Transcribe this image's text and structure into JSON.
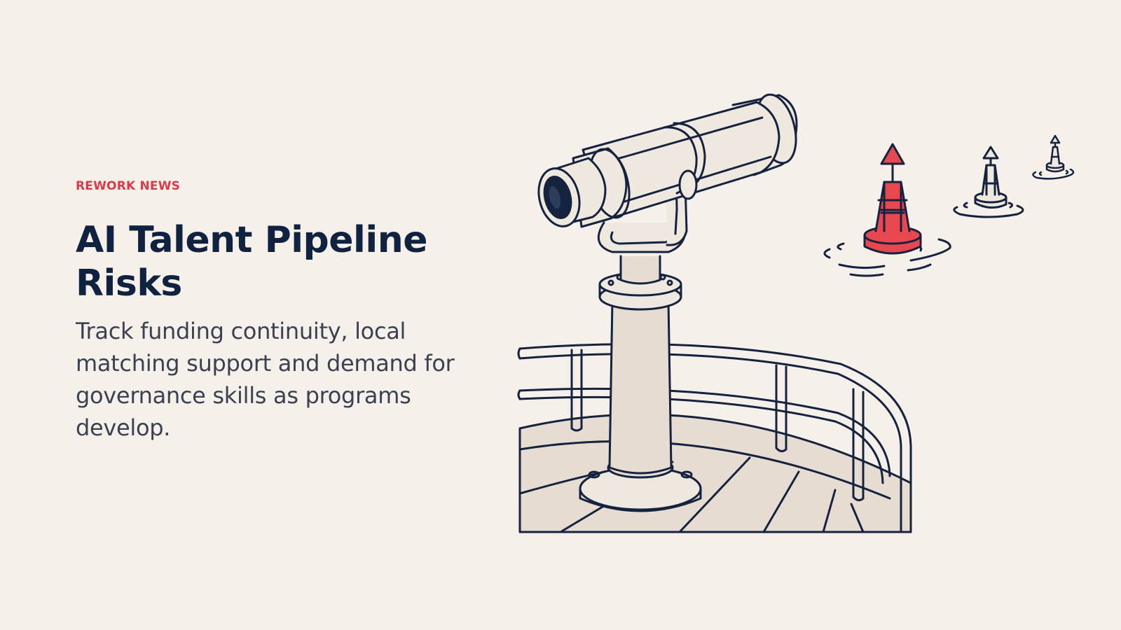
{
  "slide": {
    "eyebrow": "REWORK NEWS",
    "title": "AI Talent Pipeline Risks",
    "subtitle": "Track funding continuity, local matching support and demand for governance skills as programs develop."
  },
  "illustration": {
    "subject": "telescope-on-deck-with-buoys",
    "colors": {
      "background": "#f5f0e9",
      "ink": "#15233f",
      "fill": "#e6dcd2",
      "buoy_accent": "#e8474f"
    }
  }
}
